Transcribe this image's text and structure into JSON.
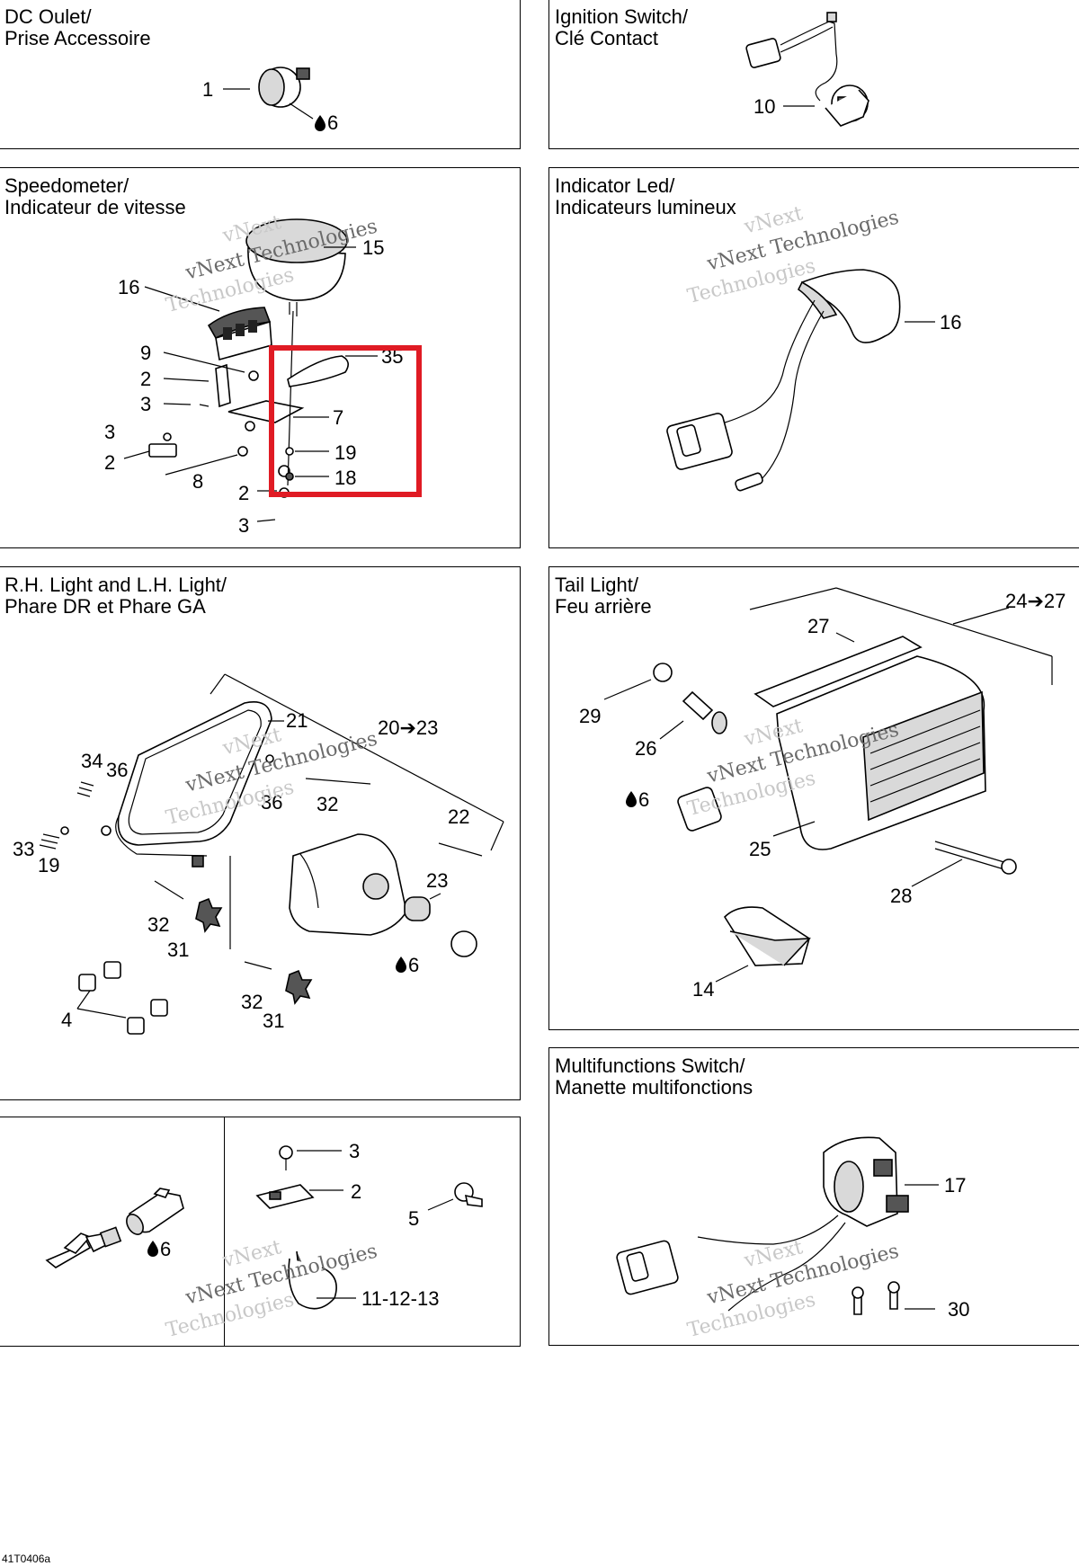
{
  "panels": {
    "dc_outlet": {
      "title_en": "DC Oulet/",
      "title_fr": "Prise Accessoire"
    },
    "ignition": {
      "title_en": "Ignition Switch/",
      "title_fr": "Clé Contact"
    },
    "speedometer": {
      "title_en": "Speedometer/",
      "title_fr": "Indicateur de vitesse"
    },
    "indicator_led": {
      "title_en": "Indicator Led/",
      "title_fr": "Indicateurs lumineux"
    },
    "headlights": {
      "title_en": "R.H. Light and L.H. Light/",
      "title_fr": "Phare DR et Phare GA"
    },
    "tail_light": {
      "title_en": "Tail Light/",
      "title_fr": "Feu arrière"
    },
    "multifunction": {
      "title_en": "Multifunctions Switch/",
      "title_fr": "Manette multifonctions"
    }
  },
  "callouts": {
    "dc": {
      "c1": "1",
      "c6": "6"
    },
    "ign": {
      "c10": "10"
    },
    "spd": {
      "c15": "15",
      "c16": "16",
      "c9": "9",
      "c2a": "2",
      "c3a": "3",
      "c3b": "3",
      "c2b": "2",
      "c8": "8",
      "c2c": "2",
      "c3c": "3",
      "c35": "35",
      "c7": "7",
      "c19": "19",
      "c18": "18"
    },
    "led": {
      "c16": "16"
    },
    "hl": {
      "c21": "21",
      "c2023": "20➔23",
      "c34": "34",
      "c36a": "36",
      "c36b": "36",
      "c32a": "32",
      "c22": "22",
      "c33": "33",
      "c19": "19",
      "c23": "23",
      "c32b": "32",
      "c31a": "31",
      "c6": "6",
      "c32c": "32",
      "c31b": "31",
      "c4": "4"
    },
    "tail": {
      "c2427": "24➔27",
      "c27": "27",
      "c29": "29",
      "c26": "26",
      "c6": "6",
      "c25": "25",
      "c28": "28",
      "c14": "14"
    },
    "misc": {
      "c3": "3",
      "c2": "2",
      "c5": "5",
      "c6": "6",
      "c111213": "11-12-13"
    },
    "multi": {
      "c17": "17",
      "c30": "30"
    }
  },
  "watermark": {
    "line1": "vNext",
    "line2": "vNext Technologies",
    "line3": "Technologies"
  },
  "footer": {
    "code": "41T0406a"
  },
  "highlight": {
    "color": "#e01b24"
  }
}
